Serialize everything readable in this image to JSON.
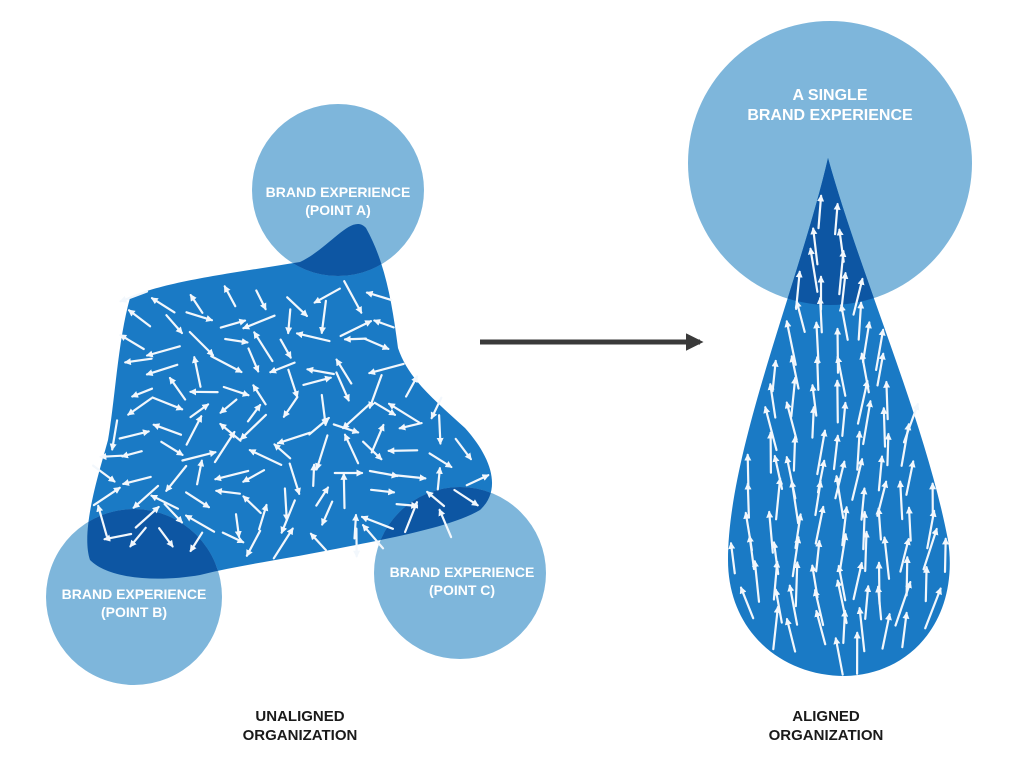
{
  "colors": {
    "blob": "#1a7ac5",
    "circle": "#7eb6db",
    "overlap": "#0d56a3",
    "arrow_light": "#f2f7fc",
    "connector": "#3a3a3a",
    "caption": "#1a1a1a"
  },
  "left": {
    "point_a": {
      "line1": "BRAND EXPERIENCE",
      "line2": "(POINT A)"
    },
    "point_b": {
      "line1": "BRAND EXPERIENCE",
      "line2": "(POINT B)"
    },
    "point_c": {
      "line1": "BRAND EXPERIENCE",
      "line2": "(POINT C)"
    },
    "caption": {
      "line1": "UNALIGNED",
      "line2": "ORGANIZATION"
    }
  },
  "right": {
    "target": {
      "line1": "A SINGLE",
      "line2": "BRAND EXPERIENCE"
    },
    "caption": {
      "line1": "ALIGNED",
      "line2": "ORGANIZATION"
    }
  },
  "connector_icon": "right-arrow-icon"
}
